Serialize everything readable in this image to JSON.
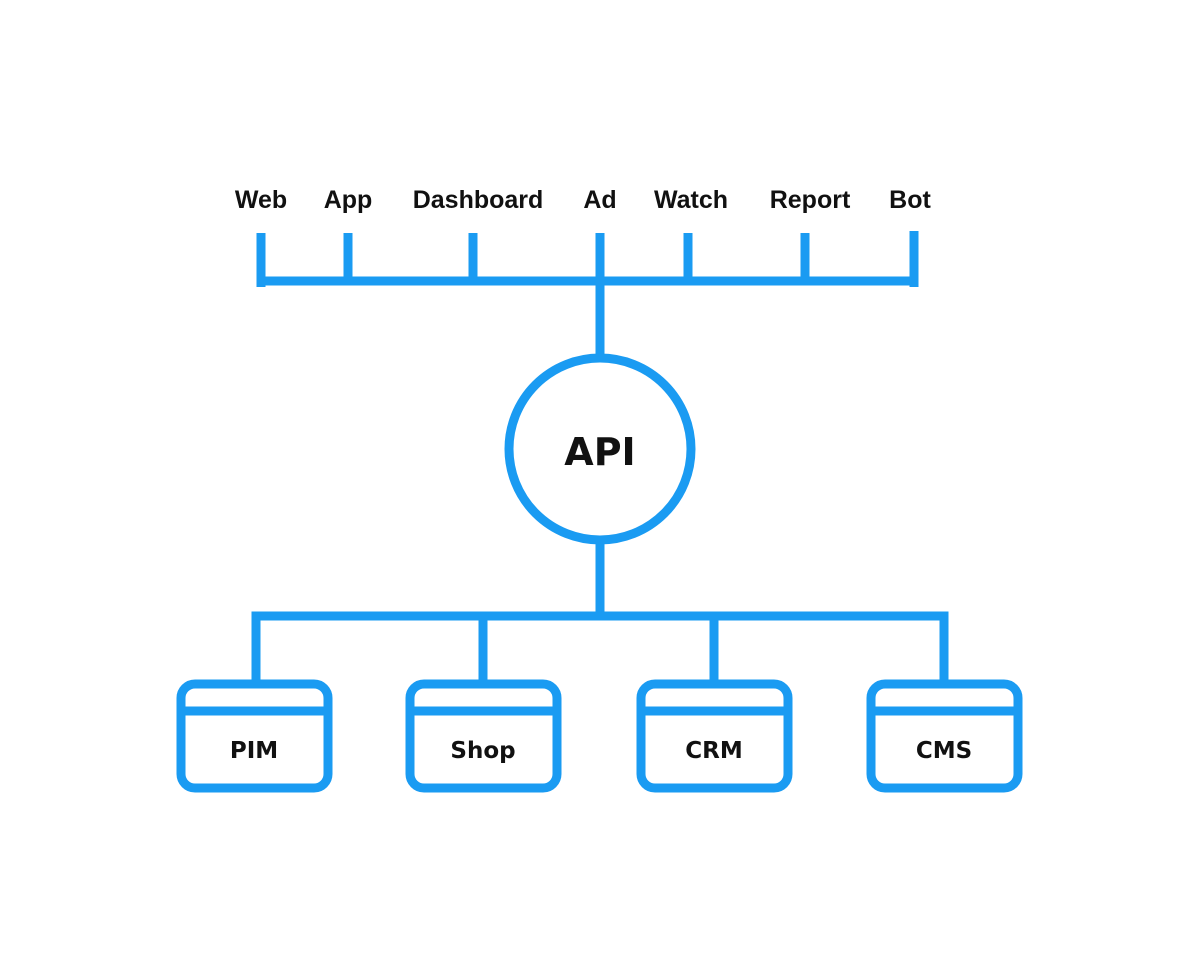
{
  "diagram": {
    "consumers": [
      "Web",
      "App",
      "Dashboard",
      "Ad",
      "Watch",
      "Report",
      "Bot"
    ],
    "hub": "API",
    "systems": [
      "PIM",
      "Shop",
      "CRM",
      "CMS"
    ],
    "line_color": "#1A9BF2",
    "text_color": "#111111",
    "system_icon": "window-icon"
  }
}
